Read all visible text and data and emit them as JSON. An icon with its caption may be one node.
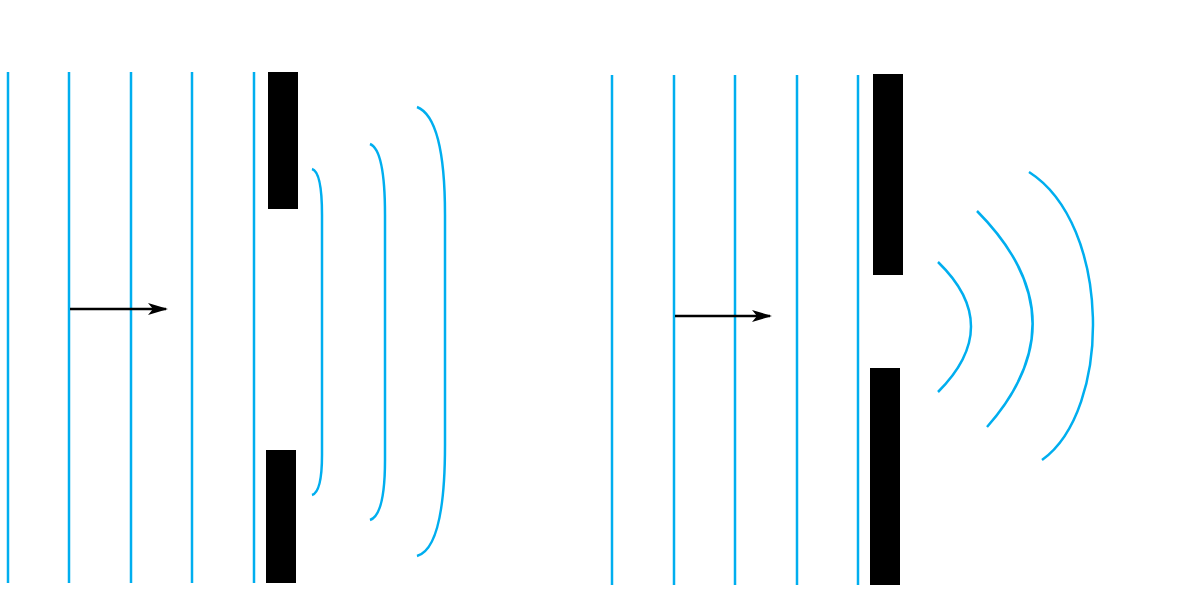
{
  "diagram": {
    "nodes": [
      {
        "text": [],
        "shape": "bar"
      },
      {
        "text": [],
        "shape": "bar"
      },
      {
        "text": [],
        "shape": "bar"
      },
      {
        "text": [],
        "shape": "bar"
      }
    ]
  }
}
